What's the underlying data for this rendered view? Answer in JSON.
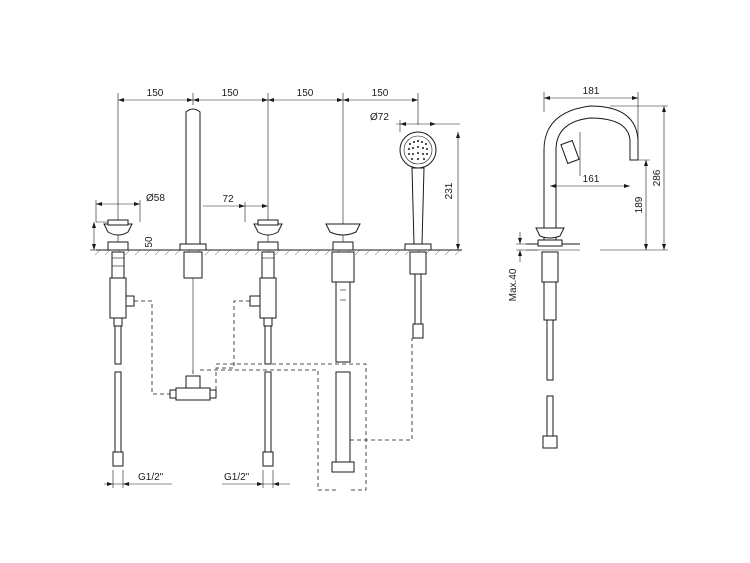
{
  "dimensions": {
    "spacing_1": "150",
    "spacing_2": "150",
    "spacing_3": "150",
    "spacing_4": "150",
    "handle_diameter": "Ø58",
    "handle_height": "50",
    "handle_offset": "72",
    "shower_diameter": "Ø72",
    "shower_height": "231",
    "thread_left": "G1/2\"",
    "thread_middle": "G1/2\"",
    "spout_reach": "181",
    "spout_inner": "161",
    "spout_height_total": "286",
    "spout_height_outlet": "189",
    "deck_thickness": "Max.40"
  }
}
